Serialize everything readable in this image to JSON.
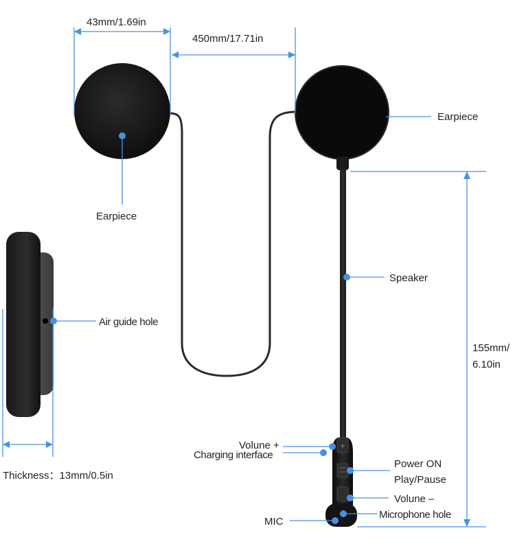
{
  "colors": {
    "accent": "#4a90e2",
    "product": "#151515",
    "cable": "#2a2a2a"
  },
  "dimensions": {
    "earpiece_width": "43mm/1.69in",
    "cable_length": "450mm/17.71in",
    "mic_boom_length_line1": "155mm/",
    "mic_boom_length_line2": "6.10in",
    "thickness": "Thickness：13mm/0.5in"
  },
  "labels": {
    "earpiece_left": "Earpiece",
    "earpiece_right": "Earpiece",
    "air_guide_hole": "Air guide hole",
    "speaker": "Speaker",
    "volume_plus": "Volune +",
    "charging_interface": "Charging interface",
    "power_on": "Power ON",
    "play_pause": "Play/Pause",
    "volume_minus": "Volune –",
    "microphone_hole": "Microphone hole",
    "mic": "MIC"
  }
}
